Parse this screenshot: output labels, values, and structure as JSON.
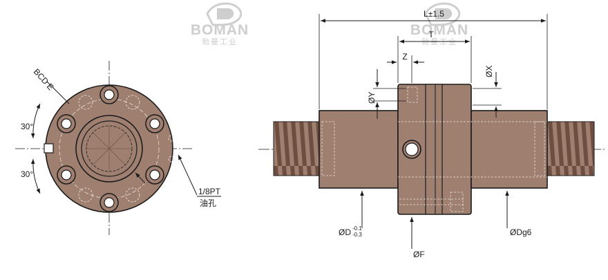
{
  "watermark": {
    "brand": "BOMAN",
    "subtitle": "勃曼工业"
  },
  "end_view": {
    "bcd_label": "BCD E",
    "angle_top": "30°",
    "angle_bottom": "30°",
    "oil_hole_size": "1/8PT",
    "oil_hole_label": "油孔"
  },
  "side_view": {
    "length_label": "L±1.5",
    "t_label": "T",
    "z_label": "Z",
    "y_label": "ØY",
    "x_label": "ØX",
    "d_label": "ØD",
    "d_tol_upper": "-0.1",
    "d_tol_lower": "-0.3",
    "f_label": "ØF",
    "dg6_label": "ØDg6"
  },
  "colors": {
    "body": "#9e7f70",
    "body_dark": "#7a5a4c",
    "line": "#1a1a1a",
    "watermark": "#c9c9c9"
  }
}
